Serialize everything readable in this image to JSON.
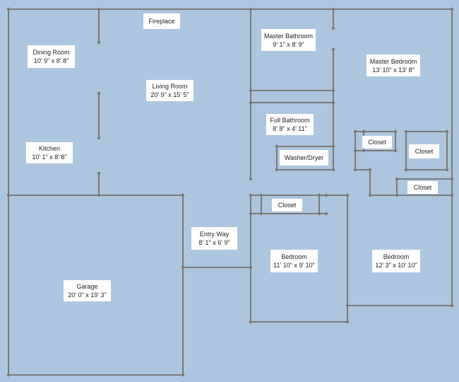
{
  "plan": {
    "wall_color": "#7a7a7a",
    "background_color": "#adc6e0",
    "rooms": {
      "fireplace": {
        "name": "Fireplace",
        "size": ""
      },
      "dining_room": {
        "name": "Dining Room",
        "size": "10' 9\" x 8' 8\""
      },
      "living_room": {
        "name": "Living Room",
        "size": "20' 9\" x 15' 5\""
      },
      "kitchen": {
        "name": "Kitchen",
        "size": "10' 1\" x 8' 8\""
      },
      "master_bathroom": {
        "name": "Master Bathroom",
        "size": "9' 1\" x 8' 9\""
      },
      "master_bedroom": {
        "name": "Master Bedroom",
        "size": "13' 10\" x 13' 8\""
      },
      "full_bathroom": {
        "name": "Full Bathroom",
        "size": "8' 8\" x 4' 11\""
      },
      "washer_dryer": {
        "name": "Washer/Dryer",
        "size": ""
      },
      "closet_1": {
        "name": "Closet",
        "size": ""
      },
      "closet_2": {
        "name": "Closet",
        "size": ""
      },
      "closet_3": {
        "name": "Closet",
        "size": ""
      },
      "closet_4": {
        "name": "Closet",
        "size": ""
      },
      "entry_way": {
        "name": "Entry Way",
        "size": "8' 1\" x 6' 9\""
      },
      "bedroom_1": {
        "name": "Bedroom",
        "size": "11' 10\" x 9' 10\""
      },
      "bedroom_2": {
        "name": "Bedroom",
        "size": "12' 3\" x 10' 10\""
      },
      "garage": {
        "name": "Garage",
        "size": "20' 0\" x 19' 3\""
      }
    }
  }
}
